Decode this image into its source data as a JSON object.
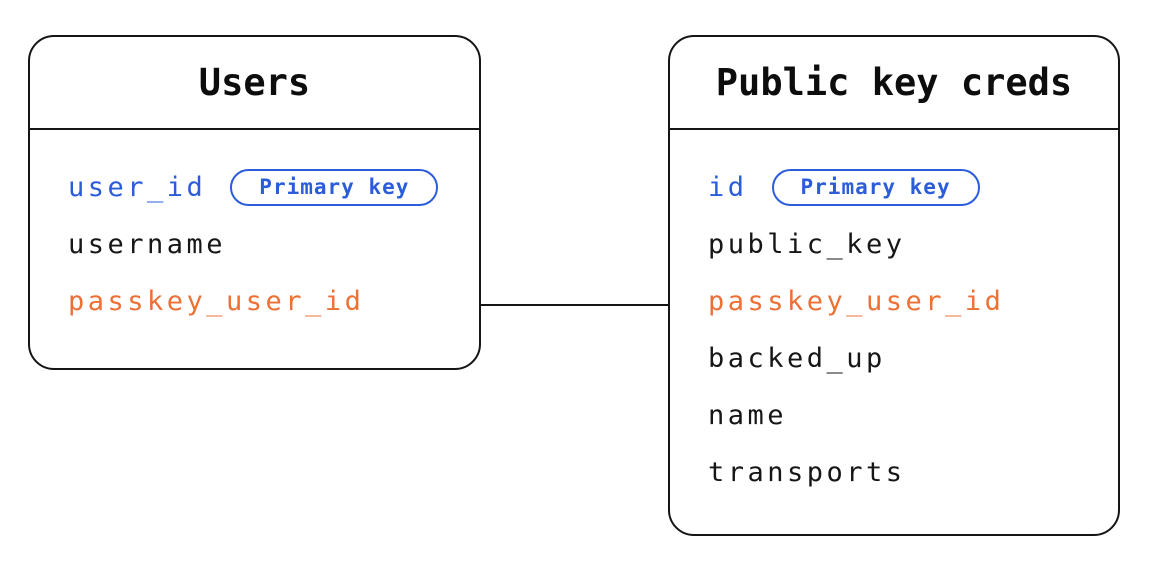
{
  "diagram": {
    "type": "entity-relationship",
    "colors": {
      "primary_key_blue": "#2b5cd9",
      "foreign_key_orange": "#ed7035",
      "line_black": "#151515",
      "background": "#ffffff"
    },
    "tables": [
      {
        "title": "Users",
        "fields": [
          {
            "name": "user_id",
            "color": "blue",
            "badge": "Primary key"
          },
          {
            "name": "username",
            "color": "black"
          },
          {
            "name": "passkey_user_id",
            "color": "orange"
          }
        ]
      },
      {
        "title": "Public key creds",
        "fields": [
          {
            "name": "id",
            "color": "blue",
            "badge": "Primary key"
          },
          {
            "name": "public_key",
            "color": "black"
          },
          {
            "name": "passkey_user_id",
            "color": "orange"
          },
          {
            "name": "backed_up",
            "color": "black"
          },
          {
            "name": "name",
            "color": "black"
          },
          {
            "name": "transports",
            "color": "black"
          }
        ]
      }
    ],
    "relationship": {
      "from": "Users.passkey_user_id",
      "to": "Public key creds.passkey_user_id"
    }
  }
}
